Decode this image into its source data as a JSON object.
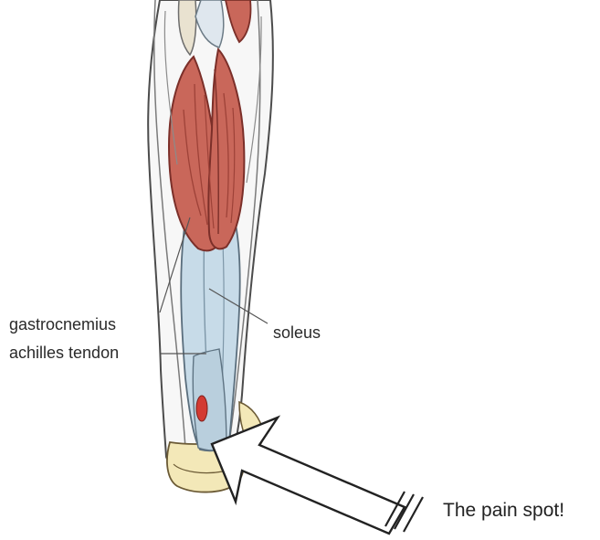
{
  "diagram": {
    "labels": {
      "gastrocnemius": "gastrocnemius",
      "achilles_tendon": "achilles tendon",
      "soleus": "soleus",
      "pain_spot": "The pain spot!"
    },
    "icons": {
      "leg": "leg-anatomy-illustration",
      "arrow": "pointer-arrow-icon"
    },
    "colors": {
      "muscle": "#c9675a",
      "muscle_dark": "#9e4238",
      "tendon": "#c7dbe8",
      "bone": "#f3e8b8",
      "outline": "#5a5a5a"
    }
  }
}
